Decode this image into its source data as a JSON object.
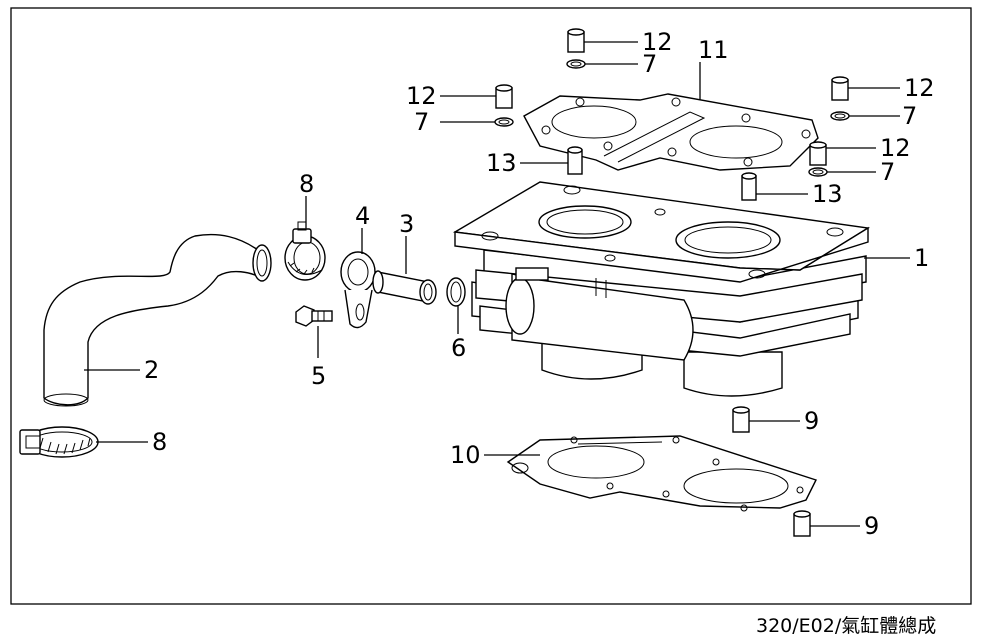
{
  "diagram": {
    "caption": "320/E02/氣缸體總成",
    "callouts": [
      {
        "id": "c1",
        "label": "1"
      },
      {
        "id": "c2",
        "label": "2"
      },
      {
        "id": "c3",
        "label": "3"
      },
      {
        "id": "c4",
        "label": "4"
      },
      {
        "id": "c5",
        "label": "5"
      },
      {
        "id": "c6",
        "label": "6"
      },
      {
        "id": "c7a",
        "label": "7"
      },
      {
        "id": "c7b",
        "label": "7"
      },
      {
        "id": "c7c",
        "label": "7"
      },
      {
        "id": "c7d",
        "label": "7"
      },
      {
        "id": "c8a",
        "label": "8"
      },
      {
        "id": "c8b",
        "label": "8"
      },
      {
        "id": "c9a",
        "label": "9"
      },
      {
        "id": "c9b",
        "label": "9"
      },
      {
        "id": "c10",
        "label": "10"
      },
      {
        "id": "c11",
        "label": "11"
      },
      {
        "id": "c12a",
        "label": "12"
      },
      {
        "id": "c12b",
        "label": "12"
      },
      {
        "id": "c12c",
        "label": "12"
      },
      {
        "id": "c12d",
        "label": "12"
      },
      {
        "id": "c13a",
        "label": "13"
      },
      {
        "id": "c13b",
        "label": "13"
      }
    ]
  }
}
